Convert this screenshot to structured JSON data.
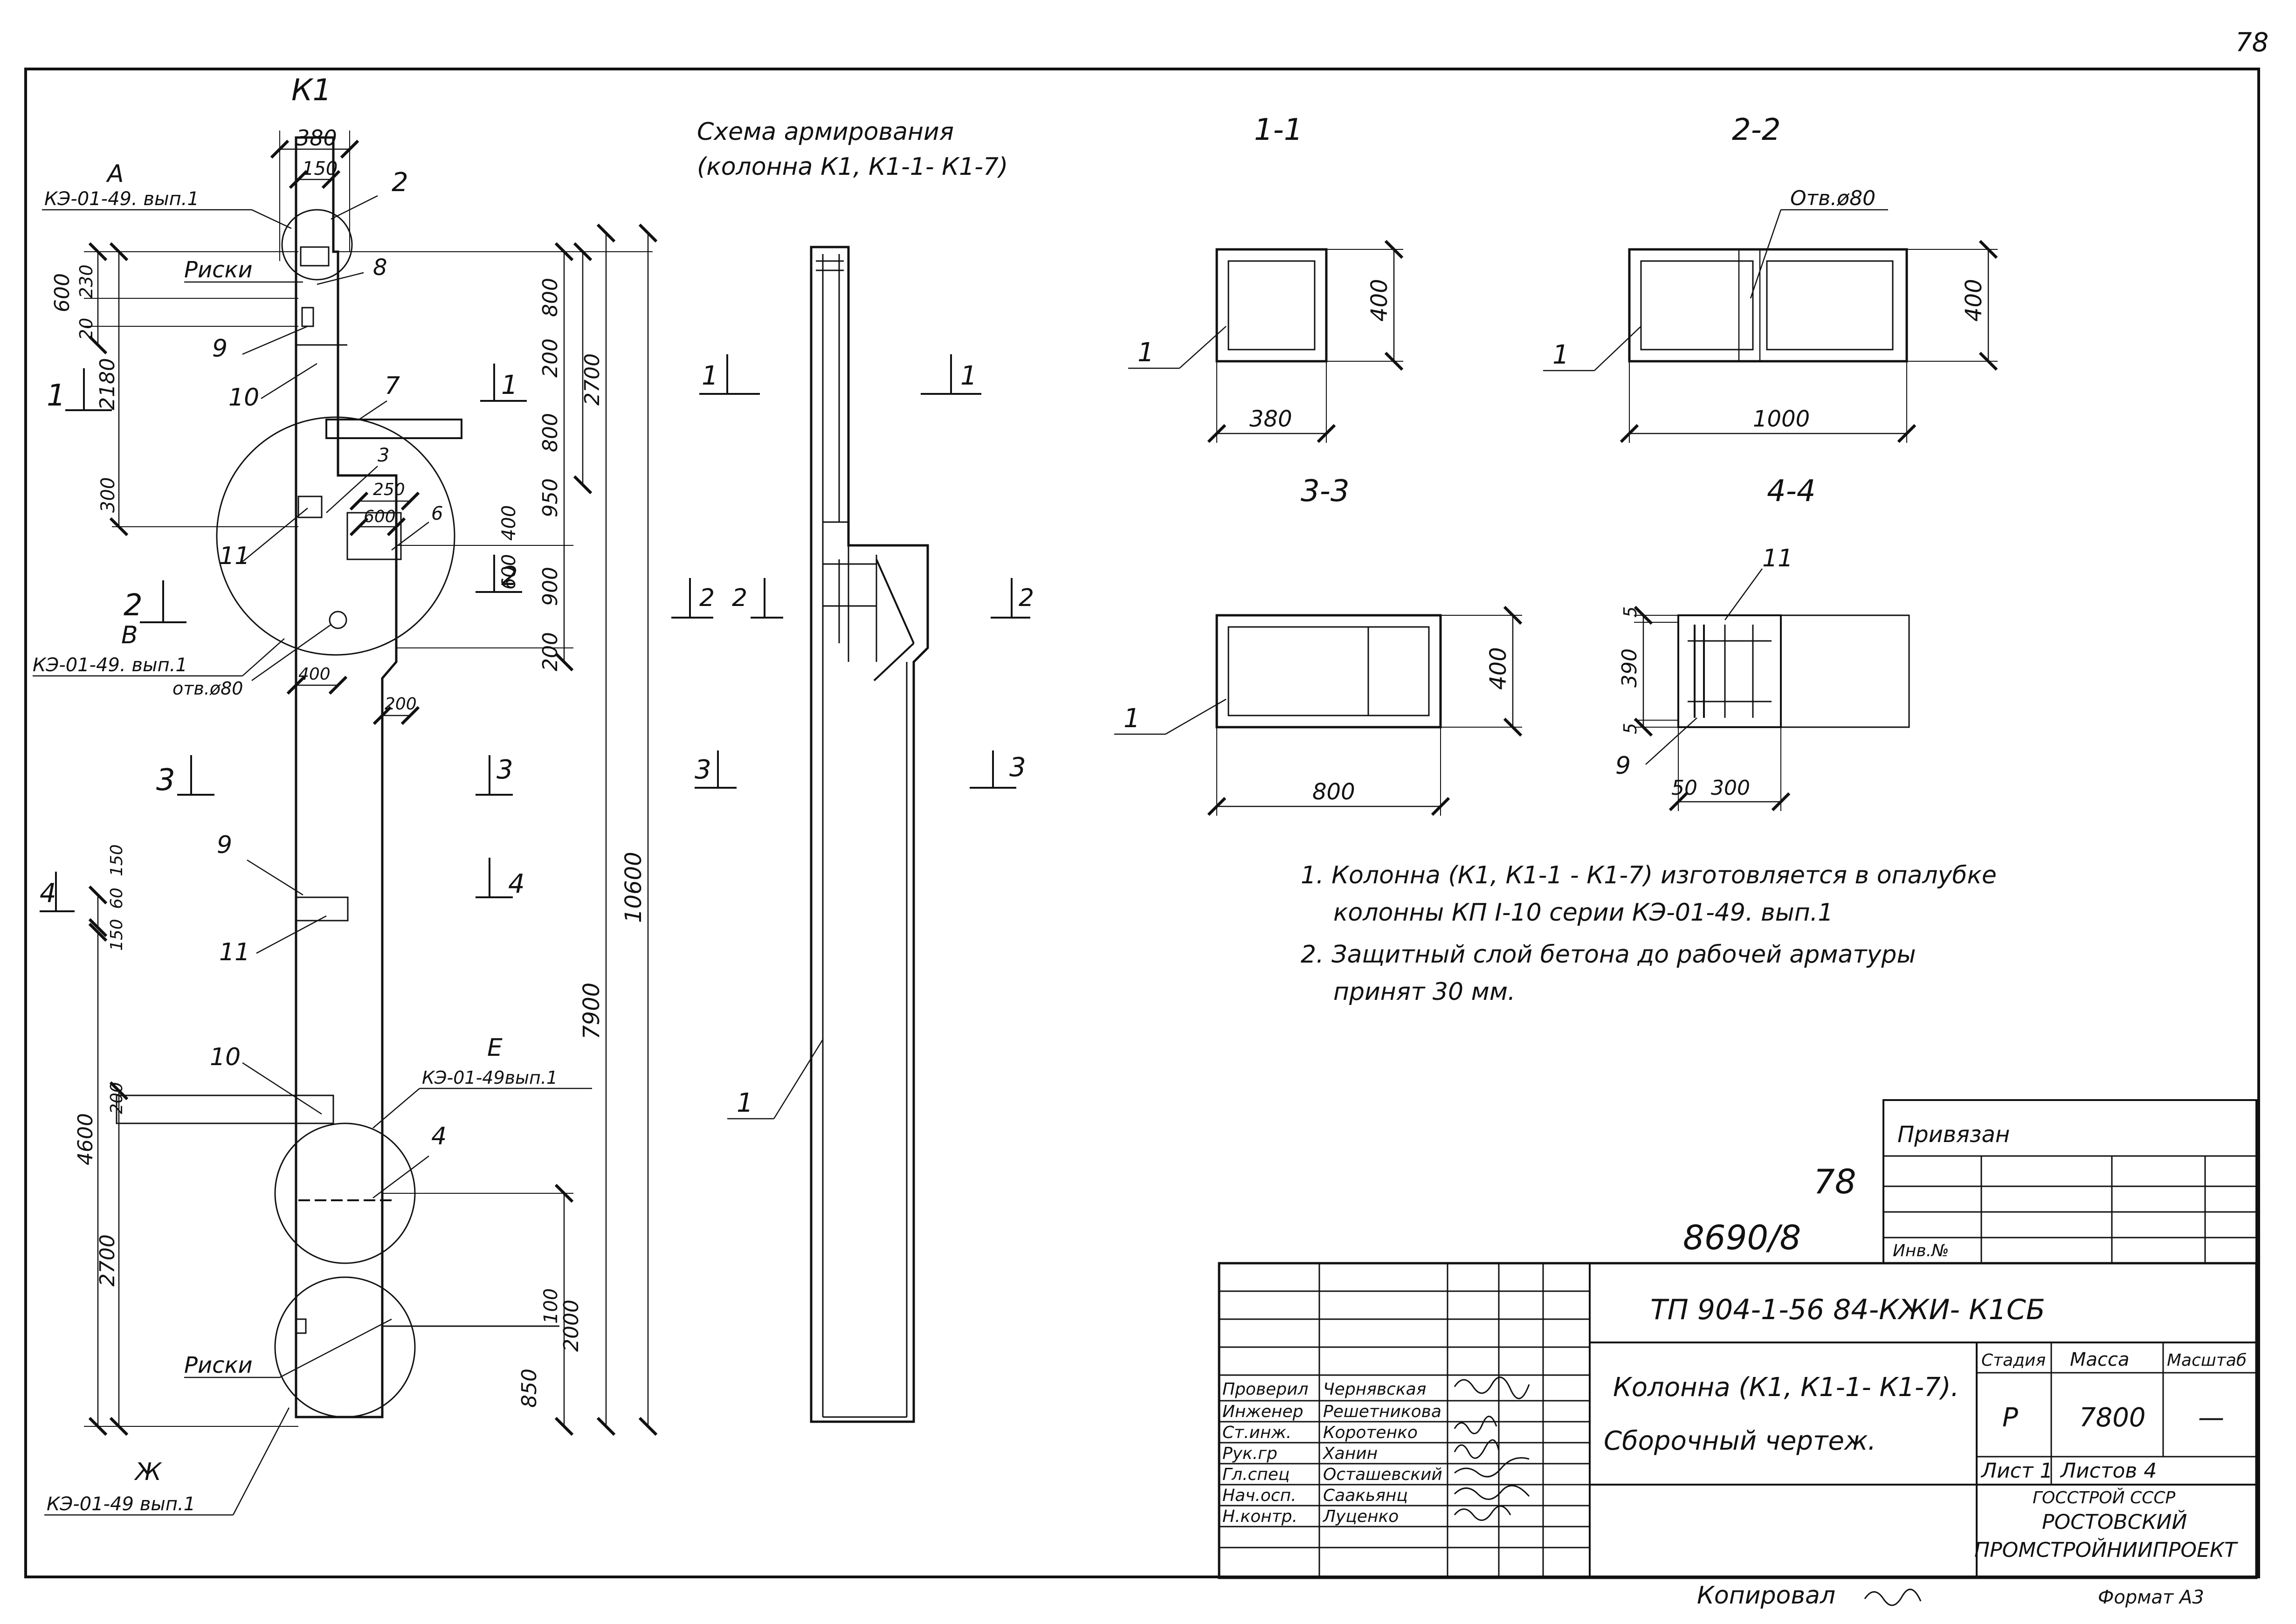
{
  "sheet": {
    "page_number": "78"
  },
  "views": {
    "k1": {
      "label": "К1",
      "dims_top": [
        "380",
        "150"
      ],
      "dims_left": [
        "600",
        "230",
        "20",
        "2180",
        "300",
        "60",
        "150",
        "150",
        "200",
        "4600",
        "2700"
      ],
      "dims_right": [
        "800",
        "200",
        "800",
        "950",
        "400",
        "600",
        "900",
        "200",
        "100",
        "850",
        "2000",
        "2700",
        "7900",
        "10600"
      ],
      "dims_inner": [
        "250",
        "600",
        "400",
        "200"
      ],
      "callouts": [
        "2",
        "8",
        "9",
        "10",
        "7",
        "3",
        "6",
        "11",
        "9",
        "11",
        "10",
        "4"
      ],
      "rebar_positions": [
        "2",
        "8",
        "9",
        "10",
        "7",
        "3",
        "6",
        "11",
        "9",
        "11",
        "10",
        "4"
      ],
      "ticks_label": "Риски",
      "ticks_label_2": "Риски",
      "node_a": {
        "letter": "А",
        "ref": "КЭ-01-49. вып.1"
      },
      "node_b": {
        "letter": "В",
        "ref": "КЭ-01-49. вып.1",
        "hole": "отв.ø80"
      },
      "node_e": {
        "letter": "Е",
        "ref": "КЭ-01-49вып.1"
      },
      "node_zh": {
        "letter": "Ж",
        "ref": "КЭ-01-49 вып.1"
      },
      "section_marks": [
        "1",
        "1",
        "2",
        "2",
        "3",
        "3",
        "4",
        "4"
      ]
    },
    "scheme": {
      "title_line1": "Схема армирования",
      "title_line2": "(колонна К1, К1-1- К1-7)",
      "callout": "1",
      "section_marks": [
        "1",
        "1",
        "2",
        "2",
        "2",
        "3",
        "3"
      ]
    },
    "s11": {
      "title": "1-1",
      "dim_w": "380",
      "dim_h": "400",
      "callout": "1"
    },
    "s22": {
      "title": "2-2",
      "dim_w": "1000",
      "dim_h": "400",
      "callout": "1",
      "hole": "Отв.ø80"
    },
    "s33": {
      "title": "3-3",
      "dim_w": "800",
      "dim_h": "400",
      "callout": "1"
    },
    "s44": {
      "title": "4-4",
      "dims_v": [
        "5",
        "390",
        "5"
      ],
      "dims_h": [
        "50",
        "300"
      ],
      "callouts": [
        "11",
        "9"
      ]
    }
  },
  "notes": [
    "1. Колонна (К1, К1-1 - К1-7) изготовляется в опалубке",
    "колонны КП I-10 серии КЭ-01-49. вып.1",
    "2. Защитный слой бетона до рабочей арматуры",
    "принят 30 мм."
  ],
  "stamp": {
    "linked_label": "Привязан",
    "inv_label": "Инв.№",
    "handwritten_number": "78",
    "handwritten_code": "8690/8",
    "doc_code": "ТП 904-1-56 84-КЖИ- К1СБ",
    "title_line1": "Колонна (К1, К1-1- К1-7).",
    "title_line2": "Сборочный чертеж.",
    "stage_label": "Стадия",
    "mass_label": "Масса",
    "scale_label": "Масштаб",
    "stage": "Р",
    "mass": "7800",
    "scale": "—",
    "sheet_label": "Лист 1",
    "sheets_label": "Листов 4",
    "org_line1": "ГОССТРОЙ СССР",
    "org_line2": "РОСТОВСКИЙ",
    "org_line3": "ПРОМСТРОЙНИИПРОЕКТ",
    "signatures": [
      {
        "role": "Проверил",
        "name": "Чернявская"
      },
      {
        "role": "Инженер",
        "name": "Решетникова"
      },
      {
        "role": "Ст.инж.",
        "name": "Коротенко"
      },
      {
        "role": "Рук.гр",
        "name": "Ханин"
      },
      {
        "role": "Гл.спец",
        "name": "Осташевский"
      },
      {
        "role": "Нач.осп.",
        "name": "Саакьянц"
      },
      {
        "role": "Н.контр.",
        "name": "Луценко"
      }
    ]
  },
  "footer": {
    "copied": "Копировал",
    "format": "Формат А3"
  }
}
